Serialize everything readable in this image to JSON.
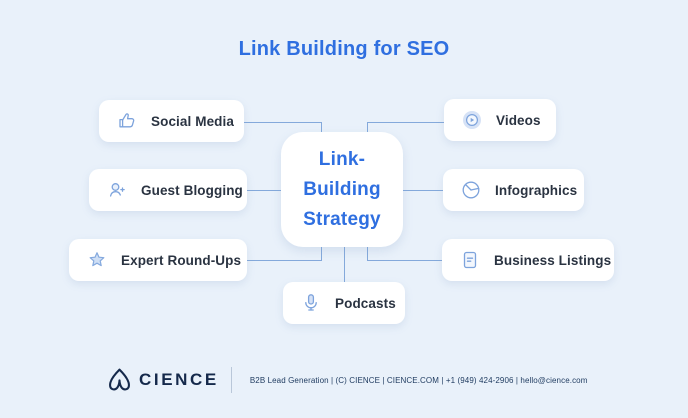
{
  "title": "Link Building for SEO",
  "center_node": {
    "line1": "Link-",
    "line2": "Building",
    "line3": "Strategy"
  },
  "nodes": {
    "social_media": {
      "label": "Social Media",
      "icon": "thumbs-up-icon"
    },
    "guest_blogging": {
      "label": "Guest Blogging",
      "icon": "person-add-icon"
    },
    "expert_round_ups": {
      "label": "Expert Round-Ups",
      "icon": "star-icon"
    },
    "videos": {
      "label": "Videos",
      "icon": "play-circle-icon"
    },
    "infographics": {
      "label": "Infographics",
      "icon": "pie-chart-icon"
    },
    "business_listings": {
      "label": "Business Listings",
      "icon": "document-icon"
    },
    "podcasts": {
      "label": "Podcasts",
      "icon": "microphone-icon"
    }
  },
  "footer": {
    "brand": "CIENCE",
    "logo_icon": "cience-lungs-logo-icon",
    "info": "B2B Lead Generation | (C) CIENCE | CIENCE.COM | +1 (949) 424-2906 | hello@cience.com"
  },
  "colors": {
    "background": "#E9F1FA",
    "card": "#FFFFFF",
    "accent_blue": "#2F6FE0",
    "icon_stroke_blue": "#7DA3DC",
    "icon_fill_blue": "#D6E2F6",
    "connector_blue": "#84A9DB",
    "label_text": "#2A3341",
    "footer_navy": "#15294B"
  }
}
